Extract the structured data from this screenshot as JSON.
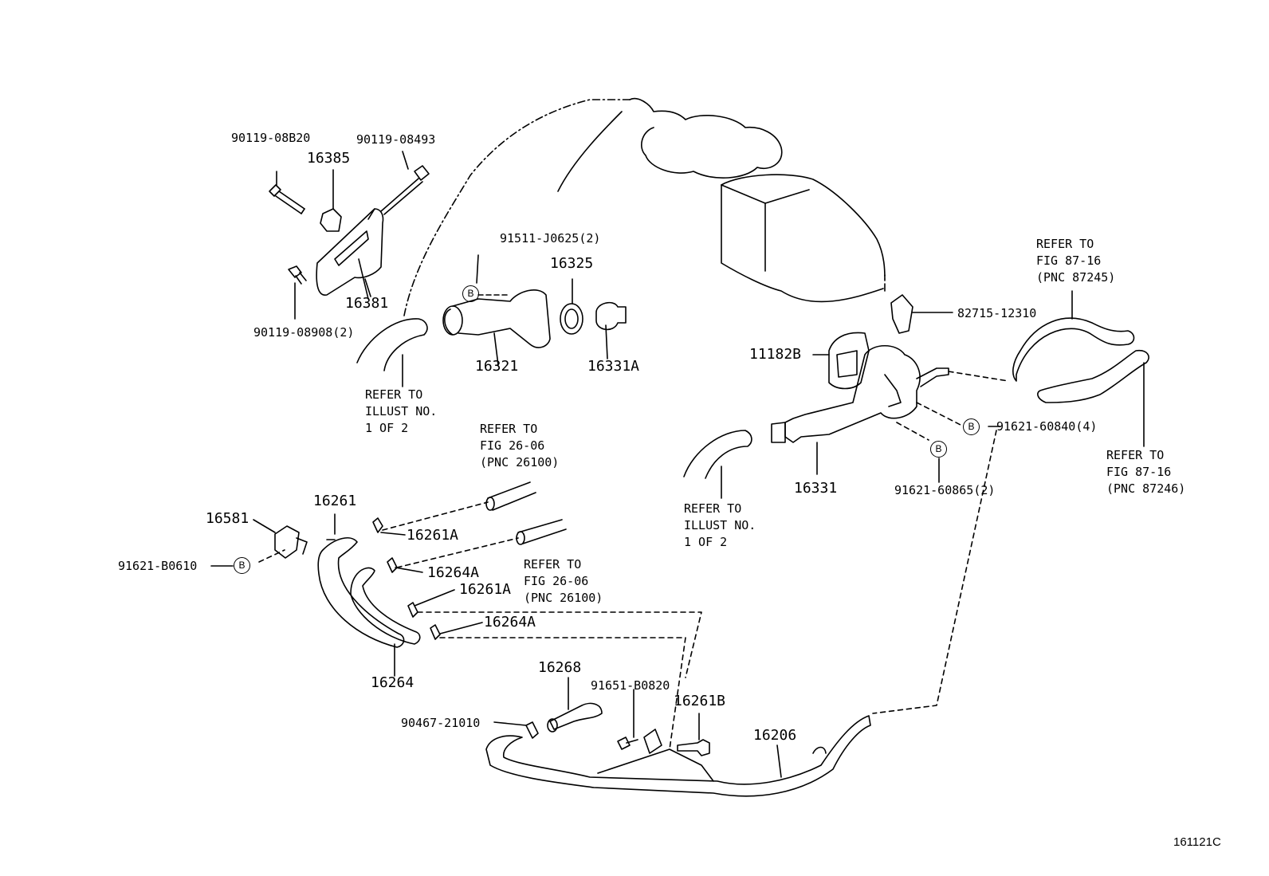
{
  "diagram": {
    "code": "161121C",
    "labels": {
      "p90119_08b20": "90119-08B20",
      "p90119_08493": "90119-08493",
      "p16385": "16385",
      "p16381": "16381",
      "p90119_08908": "90119-08908(2)",
      "p91511": "91511-J0625(2)",
      "p16325": "16325",
      "p16321": "16321",
      "p16331a": "16331A",
      "p82715": "82715-12310",
      "p11182b": "11182B",
      "p91621_60840": "91621-60840(4)",
      "p91621_60865": "91621-60865(2)",
      "p16331": "16331",
      "p16261": "16261",
      "p16581": "16581",
      "p91621_b0610": "91621-B0610",
      "p16261a_1": "16261A",
      "p16264a_1": "16264A",
      "p16261a_2": "16261A",
      "p16264a_2": "16264A",
      "p16264": "16264",
      "p16268": "16268",
      "p91651": "91651-B0820",
      "p16261b": "16261B",
      "p90467": "90467-21010",
      "p16206": "16206"
    },
    "notes": {
      "refer_illust_left": "REFER TO\nILLUST NO.\n1 OF 2",
      "refer_illust_mid": "REFER TO\nILLUST NO.\n1 OF 2",
      "refer_fig_2606_a": "REFER TO\nFIG 26-06\n(PNC 26100)",
      "refer_fig_2606_b": "REFER TO\nFIG 26-06\n(PNC 26100)",
      "refer_fig_8716_a": "REFER TO\nFIG 87-16\n(PNC 87245)",
      "refer_fig_8716_b": "REFER TO\nFIG 87-16\n(PNC 87246)"
    },
    "markers": {
      "b": "B"
    }
  }
}
